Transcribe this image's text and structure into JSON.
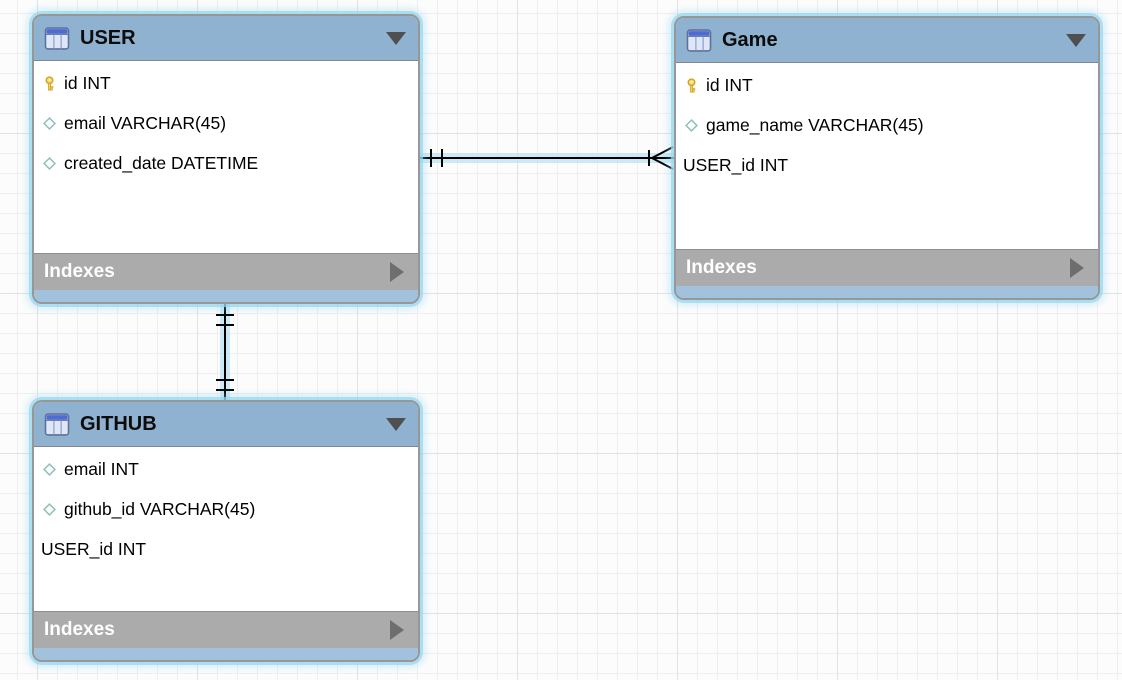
{
  "canvas": {
    "background_color": "#fcfcfc",
    "grid_minor_color": "#efefef",
    "grid_major_color": "#e2e2e2",
    "selection_glow_color": "#96d6f0"
  },
  "tables": [
    {
      "title": "USER",
      "header_color": "#8fb2d0",
      "collapse_icon": "triangle-down",
      "fields": [
        {
          "icon": "key-icon",
          "text": "id INT"
        },
        {
          "icon": "diamond-icon",
          "text": "email VARCHAR(45)"
        },
        {
          "icon": "diamond-icon",
          "text": "created_date DATETIME"
        }
      ],
      "footer_label": "Indexes",
      "footer_expand_icon": "triangle-right"
    },
    {
      "title": "Game",
      "header_color": "#8fb2d0",
      "collapse_icon": "triangle-down",
      "fields": [
        {
          "icon": "key-icon",
          "text": "id INT"
        },
        {
          "icon": "diamond-icon",
          "text": "game_name VARCHAR(45)"
        },
        {
          "icon": "none",
          "text": "USER_id INT"
        }
      ],
      "footer_label": "Indexes",
      "footer_expand_icon": "triangle-right"
    },
    {
      "title": "GITHUB",
      "header_color": "#8fb2d0",
      "collapse_icon": "triangle-down",
      "fields": [
        {
          "icon": "diamond-icon",
          "text": "email INT"
        },
        {
          "icon": "diamond-icon",
          "text": "github_id VARCHAR(45)"
        },
        {
          "icon": "none",
          "text": "USER_id INT"
        }
      ],
      "footer_label": "Indexes",
      "footer_expand_icon": "triangle-right"
    }
  ],
  "relationships": [
    {
      "from_table": "USER",
      "to_table": "Game",
      "from_notation": "exactly-one (double bar)",
      "to_notation": "many (bar + crow's foot)",
      "type": "one-to-many"
    },
    {
      "from_table": "USER",
      "to_table": "GITHUB",
      "from_notation": "exactly-one (double bar)",
      "to_notation": "exactly-one (double bar)",
      "type": "one-to-one"
    }
  ]
}
